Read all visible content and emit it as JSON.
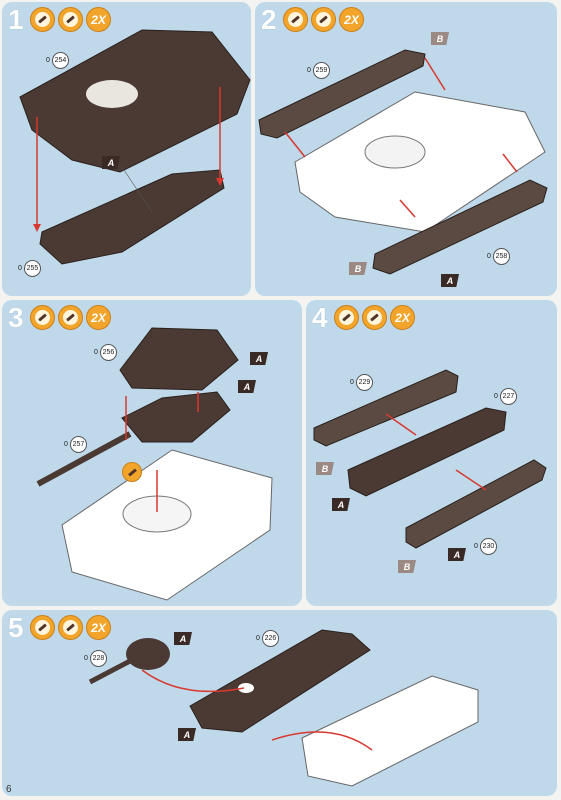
{
  "page": {
    "number": "6"
  },
  "steps": [
    {
      "number": "1",
      "icons": [
        "glue-brush-icon",
        "paint-brush-icon"
      ],
      "repeat": "",
      "parts": [
        {
          "prefix": "0",
          "id": "254"
        },
        {
          "prefix": "0",
          "id": "255"
        }
      ],
      "tags": [
        "A"
      ]
    },
    {
      "number": "2",
      "icons": [
        "glue-brush-icon",
        "paint-brush-icon"
      ],
      "repeat": "2X",
      "parts": [
        {
          "prefix": "0",
          "id": "259"
        },
        {
          "prefix": "0",
          "id": "258"
        }
      ],
      "tags": [
        "B",
        "B",
        "A"
      ]
    },
    {
      "number": "3",
      "icons": [
        "glue-brush-icon",
        "paint-brush-icon"
      ],
      "repeat": "2X",
      "parts": [
        {
          "prefix": "0",
          "id": "256"
        },
        {
          "prefix": "0",
          "id": "257"
        }
      ],
      "tags": [
        "A",
        "A"
      ]
    },
    {
      "number": "4",
      "icons": [
        "glue-brush-icon",
        "paint-brush-icon"
      ],
      "repeat": "2X",
      "parts": [
        {
          "prefix": "0",
          "id": "229"
        },
        {
          "prefix": "0",
          "id": "227"
        },
        {
          "prefix": "0",
          "id": "230"
        }
      ],
      "tags": [
        "B",
        "A",
        "A",
        "B"
      ]
    },
    {
      "number": "5",
      "icons": [
        "glue-brush-icon",
        "paint-brush-icon"
      ],
      "repeat": "2X",
      "parts": [
        {
          "prefix": "0",
          "id": "228"
        },
        {
          "prefix": "0",
          "id": "226"
        }
      ],
      "tags": [
        "A",
        "A"
      ]
    }
  ],
  "colors": {
    "panel": "#bfd8ea",
    "part_dark": "#4a3a33",
    "part_light": "#ffffff",
    "arrow": "#d8382f",
    "icon": "#f2a52a"
  }
}
